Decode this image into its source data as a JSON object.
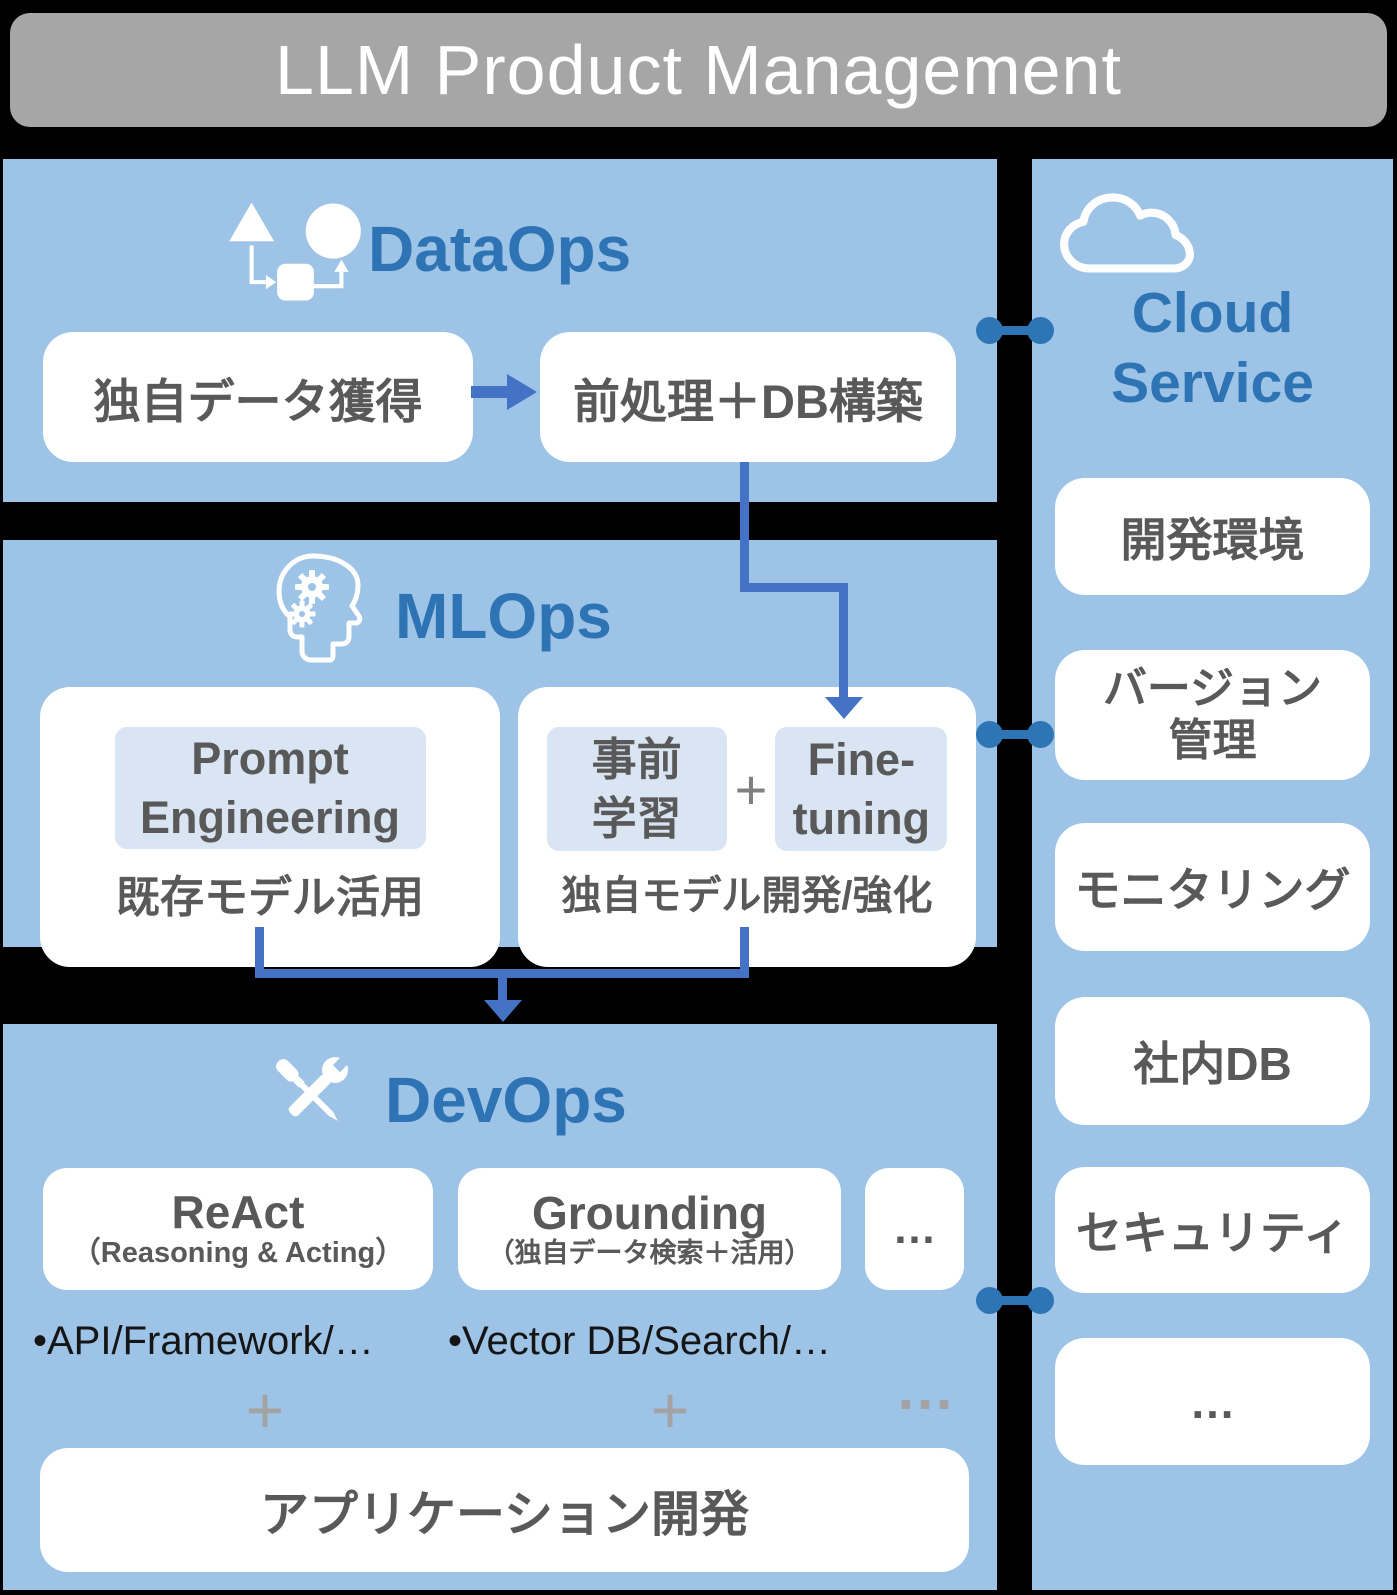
{
  "header": {
    "title": "LLM Product Management"
  },
  "sections": {
    "dataops": {
      "title": "DataOps",
      "icon": "flowchart-icon",
      "boxes": [
        {
          "label": "独自データ獲得"
        },
        {
          "label": "前処理＋DB構築"
        }
      ]
    },
    "mlops": {
      "title": "MLOps",
      "icon": "brain-gears-icon",
      "left_card": {
        "highlight": "Prompt\nEngineering",
        "caption": "既存モデル活用"
      },
      "right_card": {
        "highlight_a": "事前\n学習",
        "plus": "+",
        "highlight_b": "Fine-\ntuning",
        "caption": "独自モデル開発/強化"
      }
    },
    "devops": {
      "title": "DevOps",
      "icon": "crossed-tools-icon",
      "cards": [
        {
          "title": "ReAct",
          "subtitle": "（Reasoning & Acting）"
        },
        {
          "title": "Grounding",
          "subtitle": "（独自データ検索＋活用）"
        },
        {
          "title": "…"
        }
      ],
      "bullets": [
        "•API/Framework/…",
        "•Vector DB/Search/…"
      ],
      "plus_row": [
        "+",
        "+",
        "…"
      ],
      "app_box_label": "アプリケーション開発"
    },
    "cloud": {
      "title": "Cloud\nService",
      "icon": "cloud-icon",
      "boxes": [
        {
          "label": "開発環境"
        },
        {
          "label": "バージョン\n管理"
        },
        {
          "label": "モニタリング"
        },
        {
          "label": "社内DB"
        },
        {
          "label": "セキュリティ"
        },
        {
          "label": "…"
        }
      ]
    }
  },
  "colors": {
    "background": "#000000",
    "header_bar": "#a6a6a6",
    "panel_blue": "#9dc3e6",
    "highlight_blue": "#d9e5f3",
    "title_blue": "#2e74b5",
    "connector_blue": "#4472c4",
    "node_blue": "#2e75b6",
    "text_gray": "#595959",
    "muted_gray": "#a3a3a3",
    "bullet_black": "#151515"
  }
}
